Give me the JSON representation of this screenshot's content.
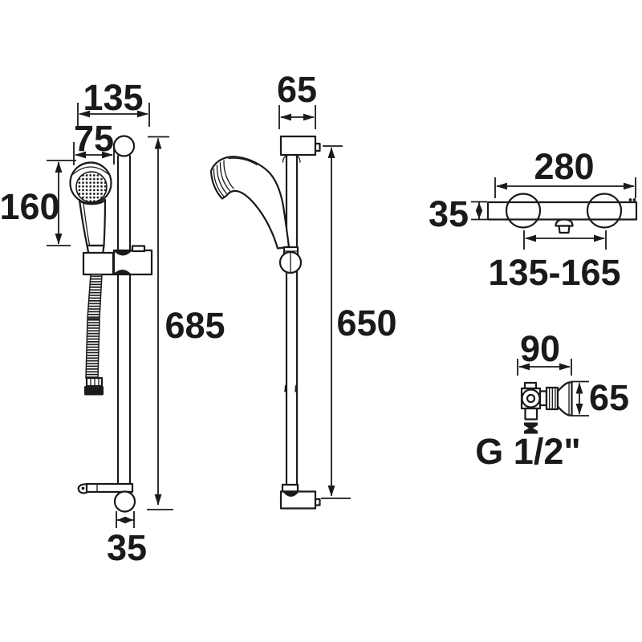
{
  "colors": {
    "line": "#1a1a1a",
    "background": "#ffffff"
  },
  "rail_front": {
    "overall_width": "135",
    "handset_spread": "75",
    "handset_height": "160",
    "rail_length": "685",
    "rail_end_width": "35"
  },
  "rail_side": {
    "bracket_width": "65",
    "fixing_length": "650"
  },
  "bar_valve": {
    "overall_width": "280",
    "body_height": "35",
    "inlet_centres": "135-165"
  },
  "wall_elbow": {
    "width": "90",
    "height": "65",
    "thread": "G 1/2\""
  }
}
